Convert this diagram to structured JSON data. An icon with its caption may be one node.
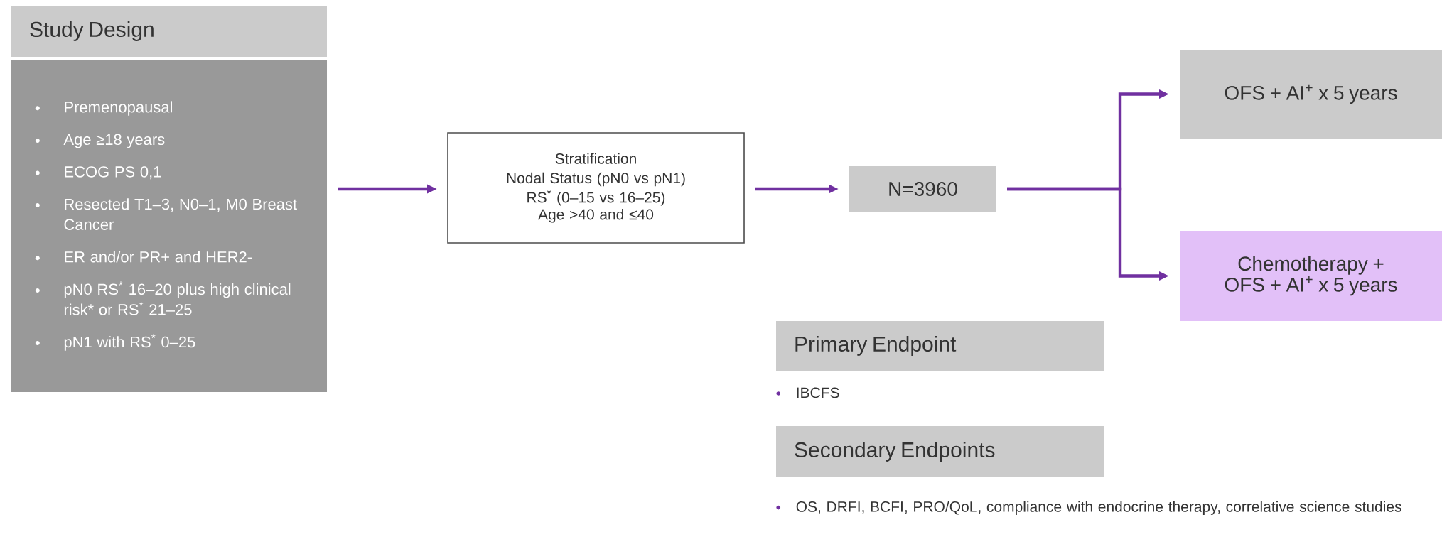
{
  "diagram": {
    "nodes": [
      {
        "text": [
          "Study Design"
        ]
      },
      {
        "text": [
          "Premenopausal",
          "Age ≥18 years",
          "ECOG PS 0,1",
          "Resected T1–3, N0–1, M0 Breast Cancer",
          "ER and/or PR+ and HER2-",
          "pN0 RS$^{*}$ 16–20 plus high clinical risk* or RS$^{*}$ 21–25",
          "pN1 with RS$^{*}$ 0–25"
        ]
      },
      {
        "text": [
          "Stratification",
          "Nodal Status (pN0 vs pN1)",
          "RS$^{*}$ (0–15 vs 16–25)",
          "Age >40 and ≤40"
        ]
      },
      {
        "text": [
          "N=3960"
        ]
      },
      {
        "text": [
          "OFS + AI$^{+}$ x 5 years"
        ]
      },
      {
        "text": [
          "Chemotherapy + OFS + AI$^{+}$ x 5 years"
        ]
      },
      {
        "text": [
          "Primary Endpoint"
        ]
      },
      {
        "text": [
          "Secondary Endpoints"
        ]
      }
    ],
    "edges": [
      {
        "from": 1,
        "to": 2,
        "arrow": "to"
      },
      {
        "from": 2,
        "to": 3,
        "arrow": "to"
      },
      {
        "from": 3,
        "to": 4,
        "arrow": "to"
      },
      {
        "from": 3,
        "to": 5,
        "arrow": "to"
      }
    ],
    "labels": [
      "IBCFS",
      "OS, DRFI, BCFI, PRO/QoL, compliance with endocrine therapy, correlative science studies"
    ]
  }
}
